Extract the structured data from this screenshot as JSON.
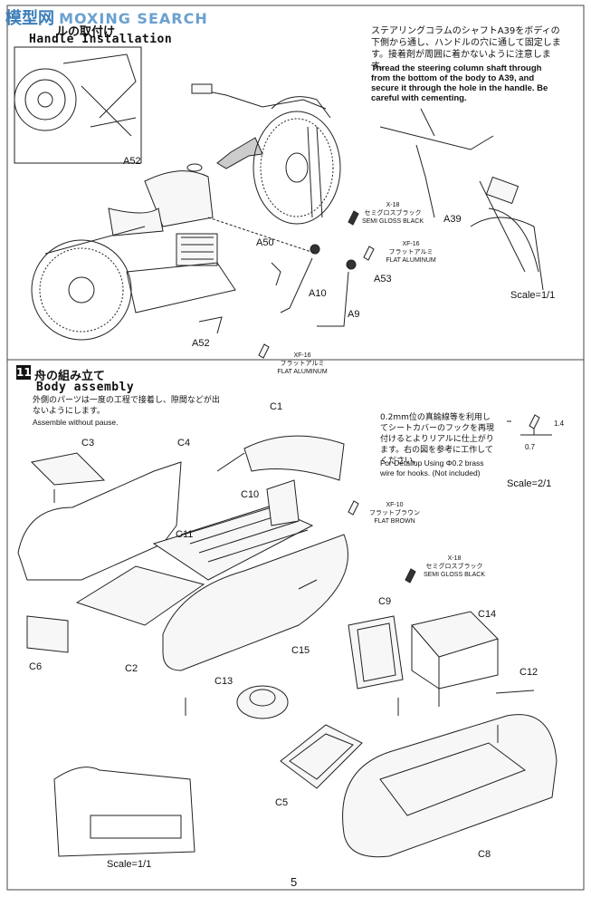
{
  "watermark": {
    "logo": "模型网",
    "text": "MOXING SEARCH"
  },
  "section10": {
    "title_jp": "ルの取付け",
    "title_en": "Handle Installation",
    "note_jp": "ステアリングコラムのシャフトA39をボディの下側から通し、ハンドルの穴に通して固定します。接着剤が周囲に着かないように注意します。",
    "note_en": "Thread the steering column shaft through from the bottom of the body to A39, and secure it through the hole in the handle. Be careful with cementing.",
    "scale": "Scale=1/1",
    "parts": [
      "A52",
      "A50",
      "A10",
      "A9",
      "A53",
      "A39",
      "A52"
    ],
    "paints": [
      {
        "code": "X-18",
        "jp": "セミグロスブラック",
        "en": "SEMI GLOSS BLACK"
      },
      {
        "code": "XF-16",
        "jp": "フラットアルミ",
        "en": "FLAT ALUMINUM"
      },
      {
        "code": "XF-16",
        "jp": "フラットアルミ",
        "en": "FLAT ALUMINUM"
      }
    ]
  },
  "section11": {
    "number": "11",
    "title_jp": "舟の組み立て",
    "title_en": "Body assembly",
    "note_jp": "外側のパーツは一度の工程で接着し、隙間などが出ないようにします。",
    "note_en": "Assemble without pause.",
    "detail_jp": "0.2mm位の真鍮線等を利用してシートカバーのフックを再現付けるとよりリアルに仕上がります。右の図を参考に工作してください。",
    "detail_en": "For Detailup Using Φ0.2 brass wire for hooks. (Not included)",
    "detail_dims": [
      "1.4",
      "0.7"
    ],
    "scale_detail": "Scale=2/1",
    "scale_bottom": "Scale=1/1",
    "parts": [
      "C1",
      "C3",
      "C4",
      "C10",
      "C11",
      "C6",
      "C2",
      "C15",
      "C9",
      "C14",
      "C12",
      "C13",
      "C5",
      "C8"
    ],
    "paints": [
      {
        "code": "XF-10",
        "jp": "フラットブラウン",
        "en": "FLAT BROWN"
      },
      {
        "code": "X-18",
        "jp": "セミグロスブラック",
        "en": "SEMI GLOSS BLACK"
      }
    ]
  },
  "page_number": "5"
}
